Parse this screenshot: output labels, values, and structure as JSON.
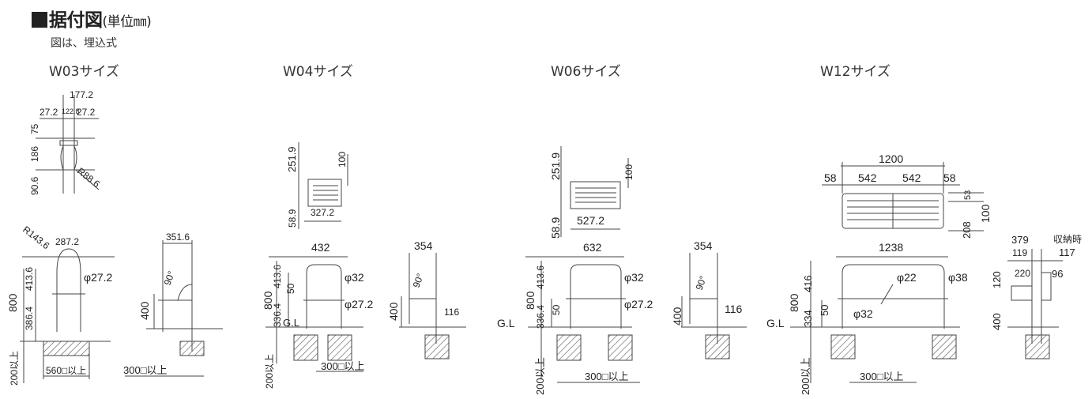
{
  "title": {
    "main": "据付図",
    "unit": "(単位㎜)"
  },
  "note": "図は、埋込式",
  "sizes": [
    "W03サイズ",
    "W04サイズ",
    "W06サイズ",
    "W12サイズ"
  ],
  "dims": {
    "w03": {
      "top_total": "177.2",
      "top_left": "27.2",
      "top_mid": "122.8",
      "top_right": "27.2",
      "h75": "75",
      "h186": "186",
      "h90_6": "90.6",
      "radius_small": "R88.6",
      "radius_large": "R143.6",
      "width_287": "287.2",
      "dia": "φ27.2",
      "h800": "800",
      "h413": "413.6",
      "h386": "386.4",
      "found": "200以上",
      "found_w": "560□以上",
      "side_351": "351.6",
      "angle": "90°",
      "side_400": "400",
      "side_found": "300□以上"
    },
    "w04": {
      "top_251": "251.9",
      "top_100": "100",
      "top_58": "58.9",
      "top_327": "327.2",
      "width_432": "432",
      "dia32": "φ32",
      "dia27": "φ27.2",
      "h800": "800",
      "h413": "413.6",
      "h50": "50",
      "h336": "336.4",
      "gl": "G.L",
      "found": "200以上",
      "found_w": "300□以上",
      "side_354": "354",
      "angle": "90°",
      "side_400": "400",
      "side_116": "116"
    },
    "w06": {
      "top_251": "251.9",
      "top_100": "100",
      "top_58": "58.9",
      "top_527": "527.2",
      "width_632": "632",
      "dia32": "φ32",
      "dia27": "φ27.2",
      "h800": "800",
      "h413": "413.6",
      "h50": "50",
      "h336": "336.4",
      "gl": "G.L",
      "found": "200以上",
      "found_w": "300□以上",
      "side_354": "354",
      "angle": "90°",
      "side_400": "400",
      "side_116": "116"
    },
    "w12": {
      "top_1200": "1200",
      "top_58a": "58",
      "top_542a": "542",
      "top_542b": "542",
      "top_58b": "58",
      "top_53": "53",
      "top_100": "100",
      "top_208": "208",
      "width_1238": "1238",
      "dia22": "φ22",
      "dia38": "φ38",
      "dia32": "φ32",
      "h800": "800",
      "h416": "416",
      "h50": "50",
      "h334": "334",
      "gl": "G.L",
      "found": "200以上",
      "found_w": "300□以上",
      "side_379": "379",
      "side_stow": "収納時",
      "side_119": "119",
      "side_117": "117",
      "side_220": "220",
      "side_96": "96",
      "side_120": "120",
      "side_400": "400"
    }
  }
}
